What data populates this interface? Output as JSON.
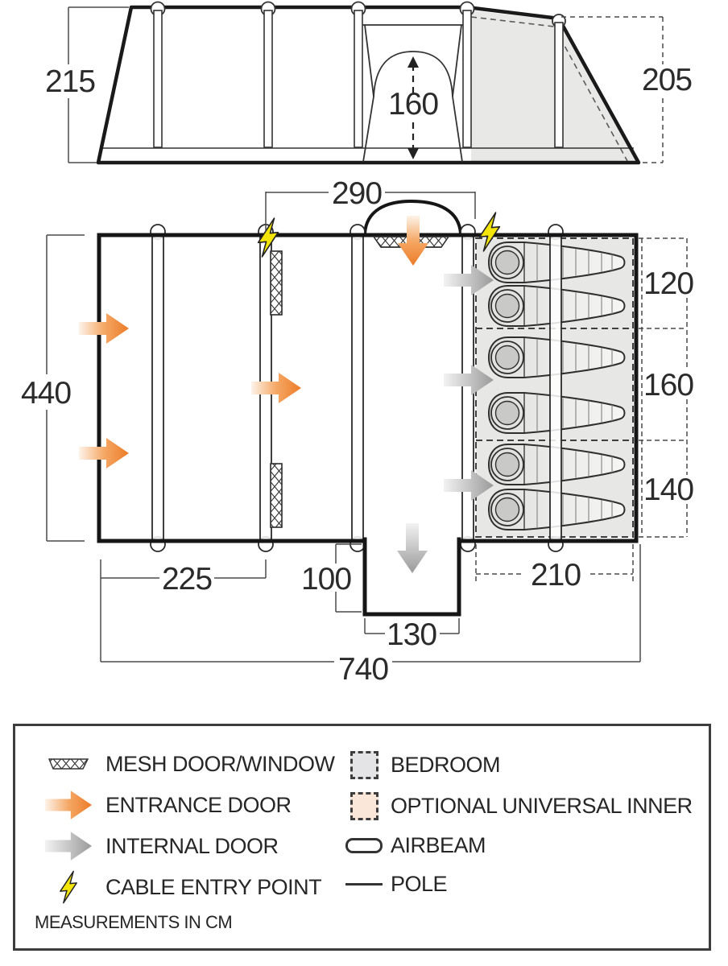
{
  "elevation": {
    "left_height": "215",
    "right_height": "205",
    "door_height": "160"
  },
  "floorplan": {
    "front_width": "290",
    "side_depth": "440",
    "bedroom_sections": [
      "120",
      "160",
      "140"
    ],
    "living_width": "225",
    "porch_depth": "100",
    "porch_width": "130",
    "bedroom_width": "210",
    "total_width": "740"
  },
  "legend": {
    "left": [
      {
        "icon": "mesh-door-window-icon",
        "label": "MESH DOOR/WINDOW"
      },
      {
        "icon": "entrance-door-arrow-icon",
        "label": "ENTRANCE DOOR"
      },
      {
        "icon": "internal-door-arrow-icon",
        "label": "INTERNAL DOOR"
      },
      {
        "icon": "cable-entry-lightning-icon",
        "label": "CABLE ENTRY POINT"
      }
    ],
    "right": [
      {
        "icon": "bedroom-swatch",
        "label": "BEDROOM"
      },
      {
        "icon": "optional-inner-swatch",
        "label": "OPTIONAL UNIVERSAL INNER"
      },
      {
        "icon": "airbeam-icon",
        "label": "AIRBEAM"
      },
      {
        "icon": "pole-icon",
        "label": "POLE"
      }
    ],
    "note": "MEASUREMENTS IN CM"
  },
  "colors": {
    "entrance_arrow": "#ec7c28",
    "internal_arrow": "#9a9a9a",
    "cable_yellow": "#f3e50a",
    "bedroom_fill": "#e7e7e5",
    "optional_inner_fill": "#fbe7da",
    "outline": "#1a1a1a"
  }
}
